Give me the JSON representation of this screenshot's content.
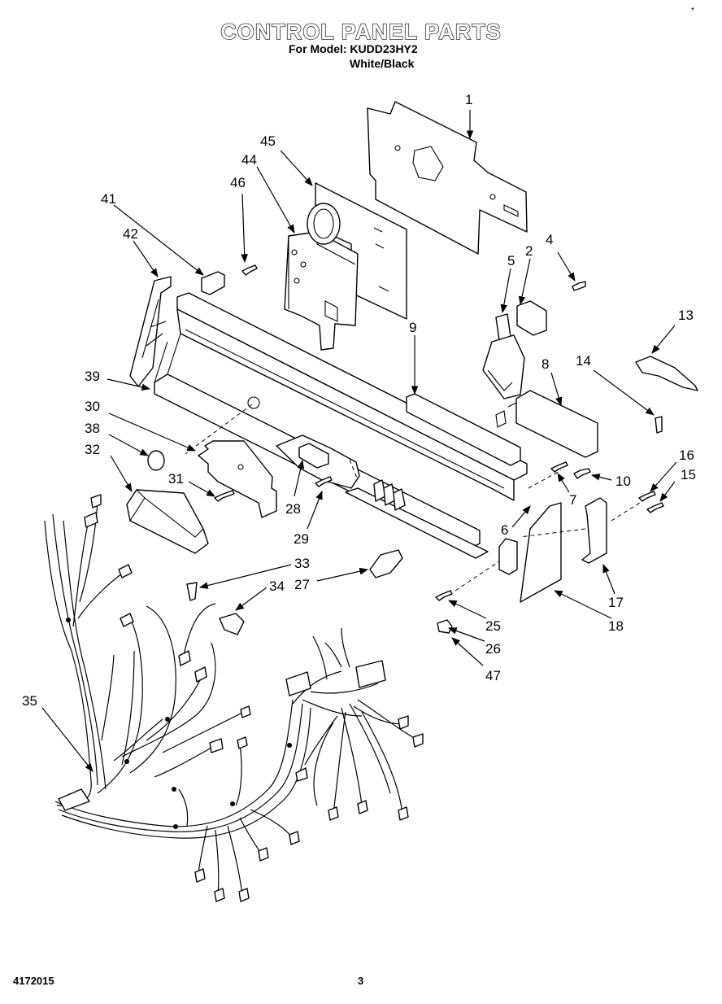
{
  "header": {
    "title": "CONTROL PANEL PARTS",
    "model_line": "For Model: KUDD23HY2",
    "variant": "White/Black"
  },
  "corner_mark": "*",
  "footer": {
    "doc_number": "4172015",
    "page_number": "3"
  },
  "callouts": {
    "c1": "1",
    "c2": "2",
    "c4": "4",
    "c5": "5",
    "c6": "6",
    "c7": "7",
    "c8": "8",
    "c9": "9",
    "c10": "10",
    "c13": "13",
    "c14": "14",
    "c15": "15",
    "c16": "16",
    "c17": "17",
    "c18": "18",
    "c25": "25",
    "c26": "26",
    "c27": "27",
    "c28": "28",
    "c29": "29",
    "c30": "30",
    "c31": "31",
    "c32": "32",
    "c33": "33",
    "c34": "34",
    "c35": "35",
    "c38": "38",
    "c39": "39",
    "c41": "41",
    "c42": "42",
    "c44": "44",
    "c45": "45",
    "c46": "46",
    "c47": "47"
  }
}
